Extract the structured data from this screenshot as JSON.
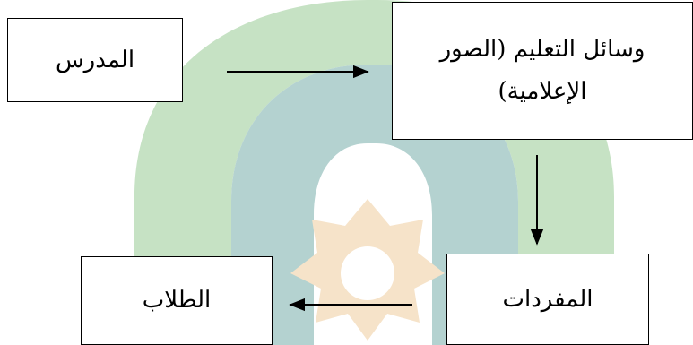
{
  "diagram": {
    "nodes": {
      "teacher": "المدرس",
      "media": "وسائل التعليم (الصور الإعلامية)",
      "vocabulary": "المفردات",
      "students": "الطلاب"
    },
    "edges": [
      {
        "from": "teacher",
        "to": "media"
      },
      {
        "from": "media",
        "to": "vocabulary"
      },
      {
        "from": "vocabulary",
        "to": "students"
      }
    ],
    "watermark_colors": {
      "green": "#c6e2c4",
      "teal": "#b4d2d0",
      "gold": "#f6e3c9"
    }
  }
}
